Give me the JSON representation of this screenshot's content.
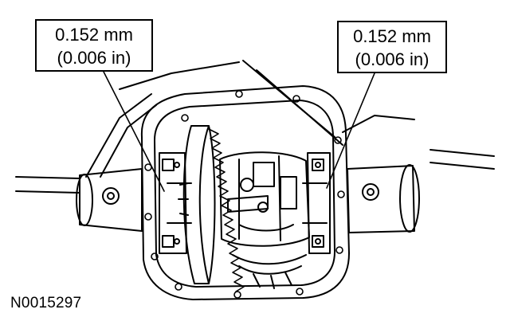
{
  "callouts": {
    "left": {
      "metric": "0.152 mm",
      "imperial": "(0.006 in)"
    },
    "right": {
      "metric": "0.152 mm",
      "imperial": "(0.006 in)"
    }
  },
  "figure_id": "N0015297",
  "colors": {
    "ink": "#000000",
    "paper": "#ffffff"
  }
}
